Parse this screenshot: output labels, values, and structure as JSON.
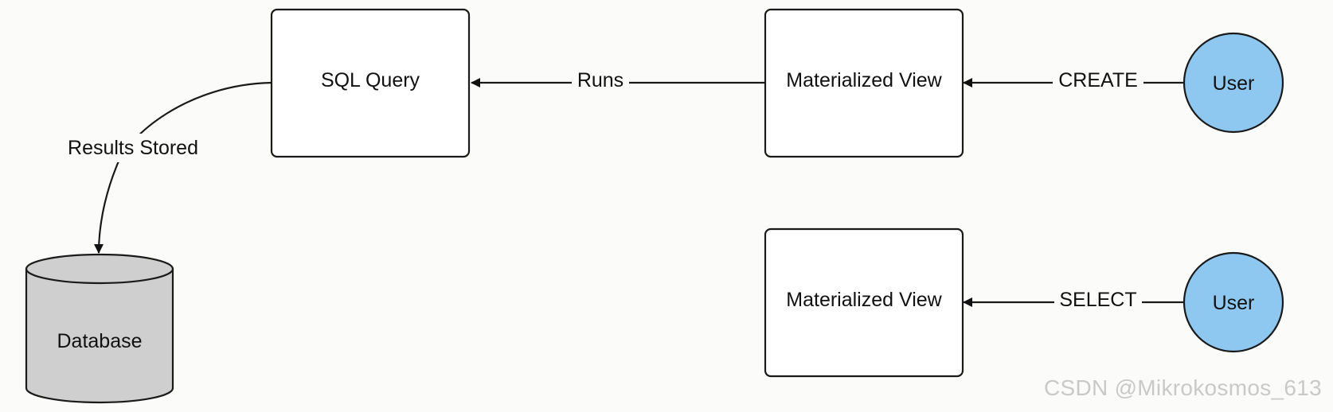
{
  "nodes": {
    "sql_query": "SQL Query",
    "mv_top": "Materialized View",
    "mv_bottom": "Materialized View",
    "user_top": "User",
    "user_bottom": "User",
    "database": "Database"
  },
  "edges": {
    "runs": "Runs",
    "create": "CREATE",
    "select": "SELECT",
    "results_stored": "Results Stored"
  },
  "colors": {
    "user_fill": "#8ec8f0",
    "database_fill": "#cfcfcf"
  },
  "watermark": "CSDN @Mikrokosmos_613"
}
